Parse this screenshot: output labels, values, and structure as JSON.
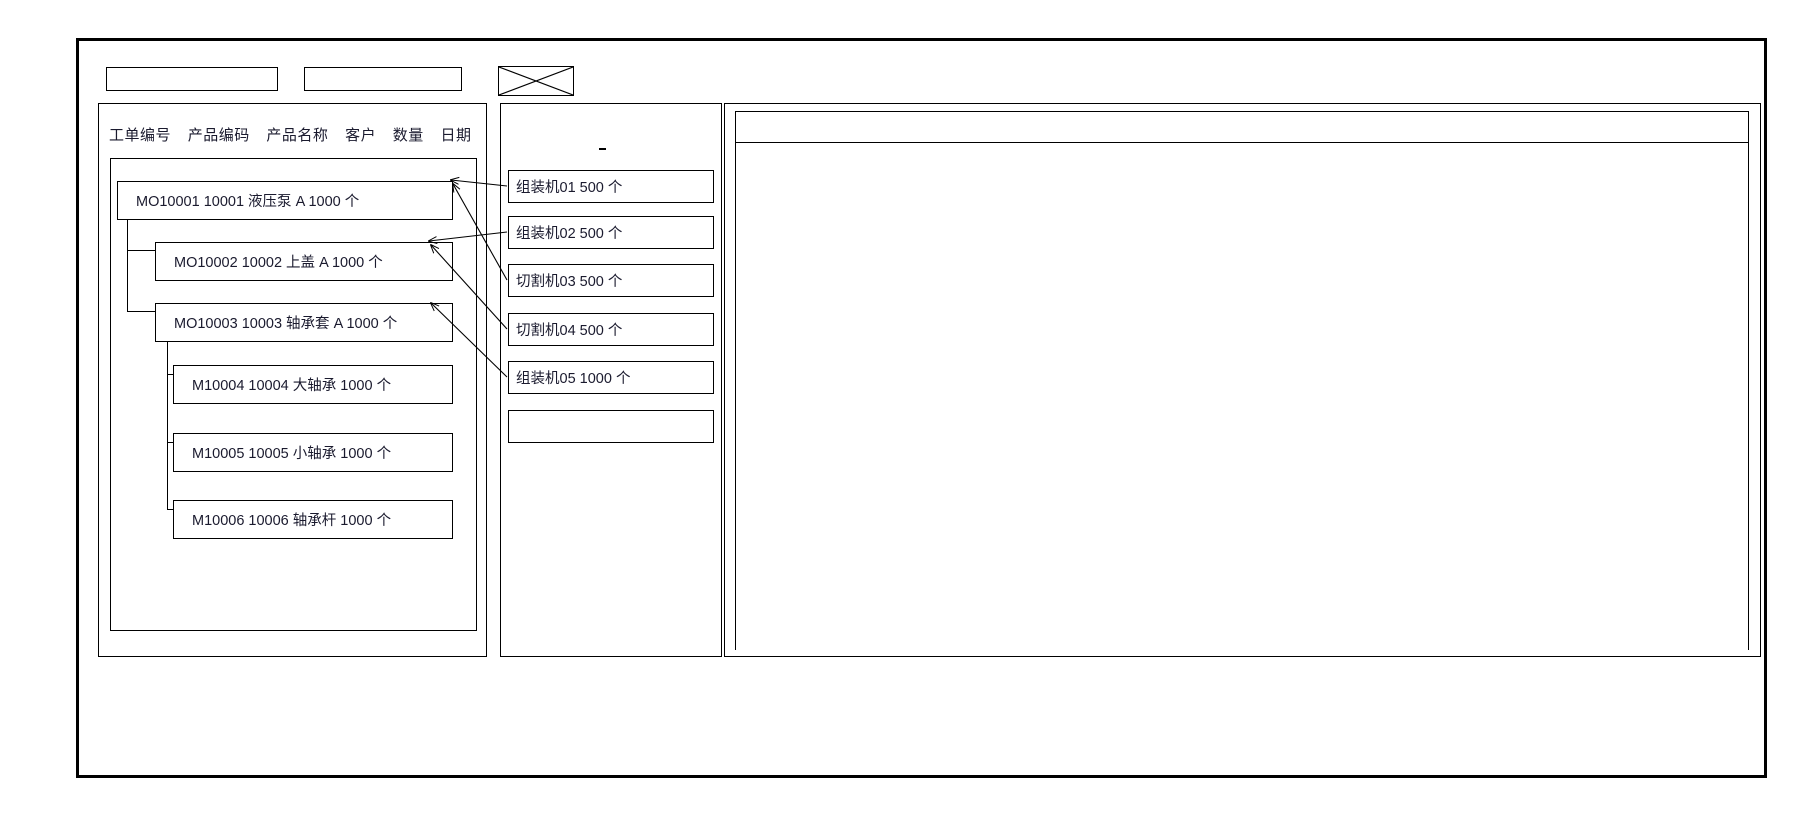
{
  "window": {
    "title": ""
  },
  "toolbar": {
    "field_1_value": "",
    "field_2_value": "",
    "x_icon_name": "crossed-box-icon"
  },
  "left_panel": {
    "column_headers": [
      "工单编号",
      "产品编码",
      "产品名称",
      "客户",
      "数量",
      "日期"
    ],
    "tree_nodes": [
      {
        "text": "MO10001   10001  液压泵   A     1000  个",
        "level": 0
      },
      {
        "text": "MO10002 10002  上盖  A   1000   个",
        "level": 1
      },
      {
        "text": "MO10003  10003  轴承套 A   1000    个",
        "level": 1
      },
      {
        "text": "M10004 10004  大轴承  1000   个",
        "level": 2
      },
      {
        "text": "M10005  10005  小轴承  1000   个",
        "level": 2
      },
      {
        "text": "M10006  10006  轴承杆  1000   个",
        "level": 2
      }
    ]
  },
  "middle_panel": {
    "marker": "·",
    "machines": [
      {
        "text": "组装机01    500  个"
      },
      {
        "text": "组装机02    500  个"
      },
      {
        "text": "切割机03    500  个"
      },
      {
        "text": "切割机04   500  个"
      },
      {
        "text": "组装机05   1000 个"
      },
      {
        "text": ""
      }
    ]
  },
  "right_panel": {
    "header_row": "",
    "rows": []
  },
  "colors": {
    "line": "#000000",
    "text": "#1a1a2e",
    "background": "#ffffff"
  }
}
